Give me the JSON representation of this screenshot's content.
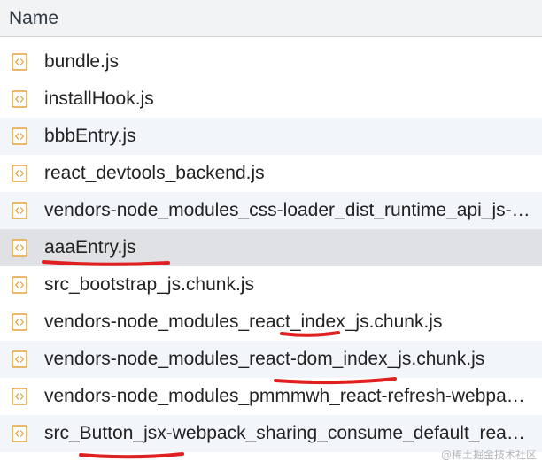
{
  "header": {
    "name_label": "Name"
  },
  "files": [
    {
      "name": "bundle.js",
      "icon": "js-file-icon",
      "style": "white"
    },
    {
      "name": "installHook.js",
      "icon": "js-file-icon",
      "style": "white"
    },
    {
      "name": "bbbEntry.js",
      "icon": "js-file-icon",
      "style": "alt"
    },
    {
      "name": "react_devtools_backend.js",
      "icon": "js-file-icon",
      "style": "white"
    },
    {
      "name": "vendors-node_modules_css-loader_dist_runtime_api_js-node_modules_css-loader_dist_runtime_sourceMaps_js.chunk.js",
      "icon": "js-file-icon",
      "style": "alt"
    },
    {
      "name": "aaaEntry.js",
      "icon": "js-file-icon",
      "style": "selected"
    },
    {
      "name": "src_bootstrap_js.chunk.js",
      "icon": "js-file-icon",
      "style": "white"
    },
    {
      "name": "vendors-node_modules_react_index_js.chunk.js",
      "icon": "js-file-icon",
      "style": "white"
    },
    {
      "name": "vendors-node_modules_react-dom_index_js.chunk.js",
      "icon": "js-file-icon",
      "style": "alt"
    },
    {
      "name": "vendors-node_modules_pmmmwh_react-refresh-webpack-plugin_lib_runtime_RefreshUtils_js.chunk.js",
      "icon": "js-file-icon",
      "style": "white"
    },
    {
      "name": "src_Button_jsx-webpack_sharing_consume_default_react_react.chunk.js",
      "icon": "js-file-icon",
      "style": "alt"
    }
  ],
  "watermark": "@稀土掘金技术社区",
  "colors": {
    "icon_stroke": "#e9a23b",
    "annotation": "#e02020",
    "row_alt": "#f2f6fb",
    "row_selected": "#dfe1e5"
  }
}
